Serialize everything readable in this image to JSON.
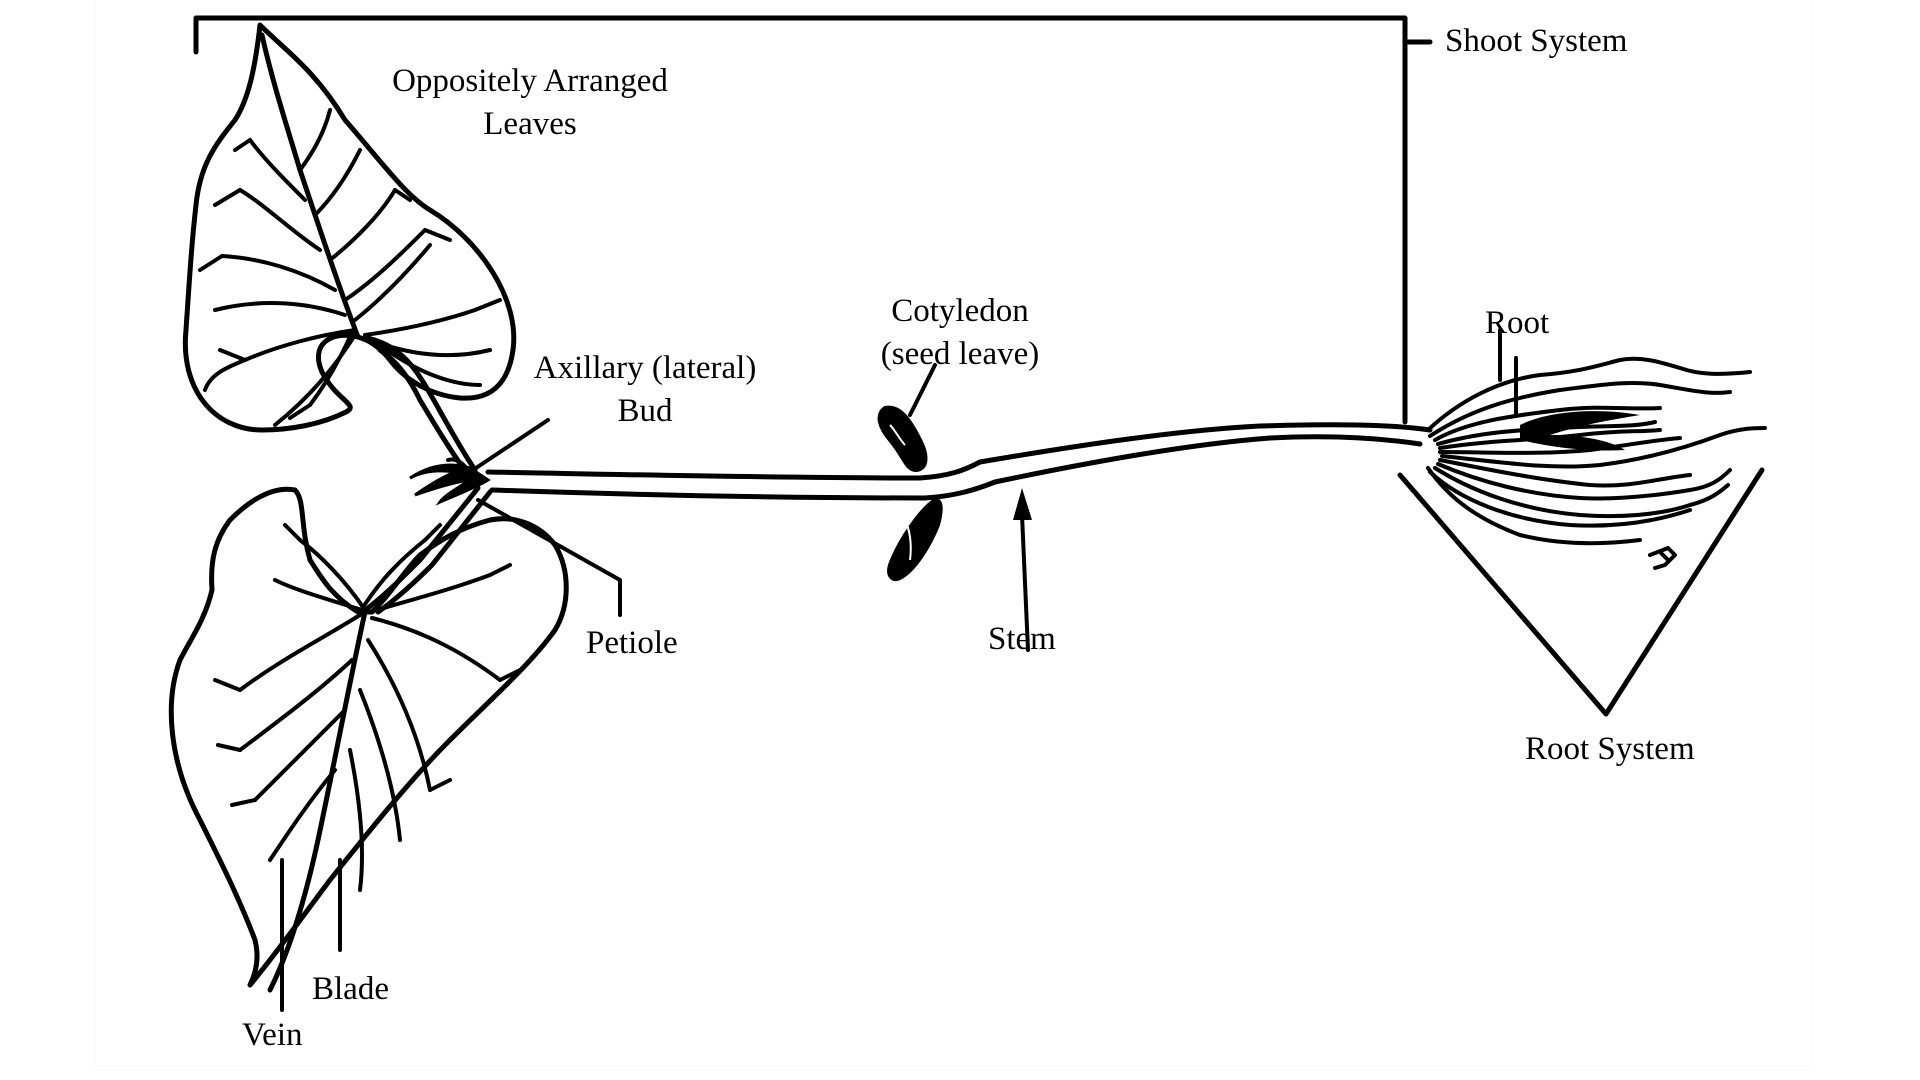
{
  "diagram": {
    "title": "Bean seedling anatomy",
    "colors": {
      "ink": "#000000",
      "background": "#ffffff"
    },
    "brackets": {
      "shoot_system": {
        "label": "Shoot System"
      },
      "root_system": {
        "label": "Root System"
      }
    },
    "labels": {
      "oppositely_arranged_leaves": [
        "Oppositely Arranged",
        "Leaves"
      ],
      "axillary_bud": [
        "Axillary (lateral)",
        "Bud"
      ],
      "cotyledon": [
        "Cotyledon",
        "(seed leave)"
      ],
      "root": "Root",
      "petiole": "Petiole",
      "stem": "Stem",
      "blade": "Blade",
      "vein": "Vein"
    }
  }
}
